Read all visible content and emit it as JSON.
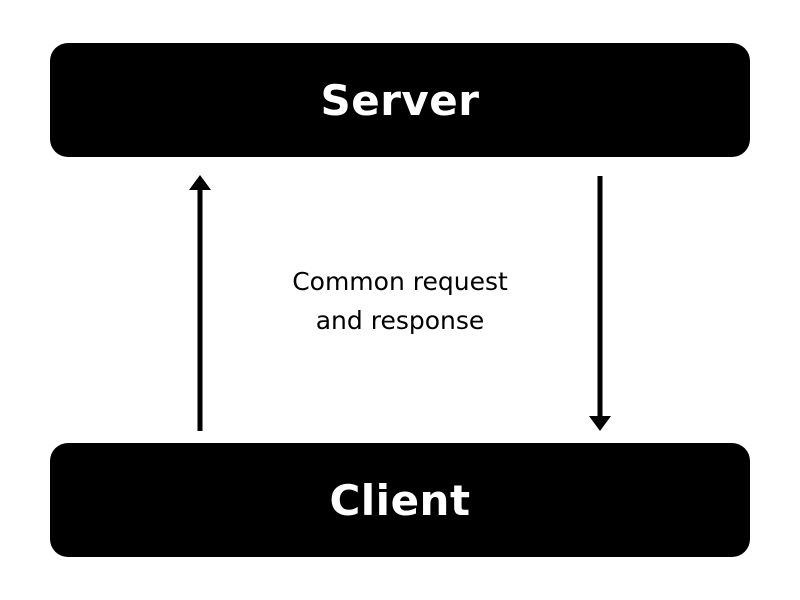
{
  "diagram": {
    "top_box": {
      "label": "Server"
    },
    "bottom_box": {
      "label": "Client"
    },
    "center_label": {
      "line1": "Common request",
      "line2": "and response"
    },
    "arrows": [
      {
        "from": "Client",
        "to": "Server"
      },
      {
        "from": "Server",
        "to": "Client"
      }
    ]
  },
  "colors": {
    "box_fill": "#000000",
    "box_text": "#ffffff",
    "arrow": "#000000",
    "background": "#ffffff"
  }
}
